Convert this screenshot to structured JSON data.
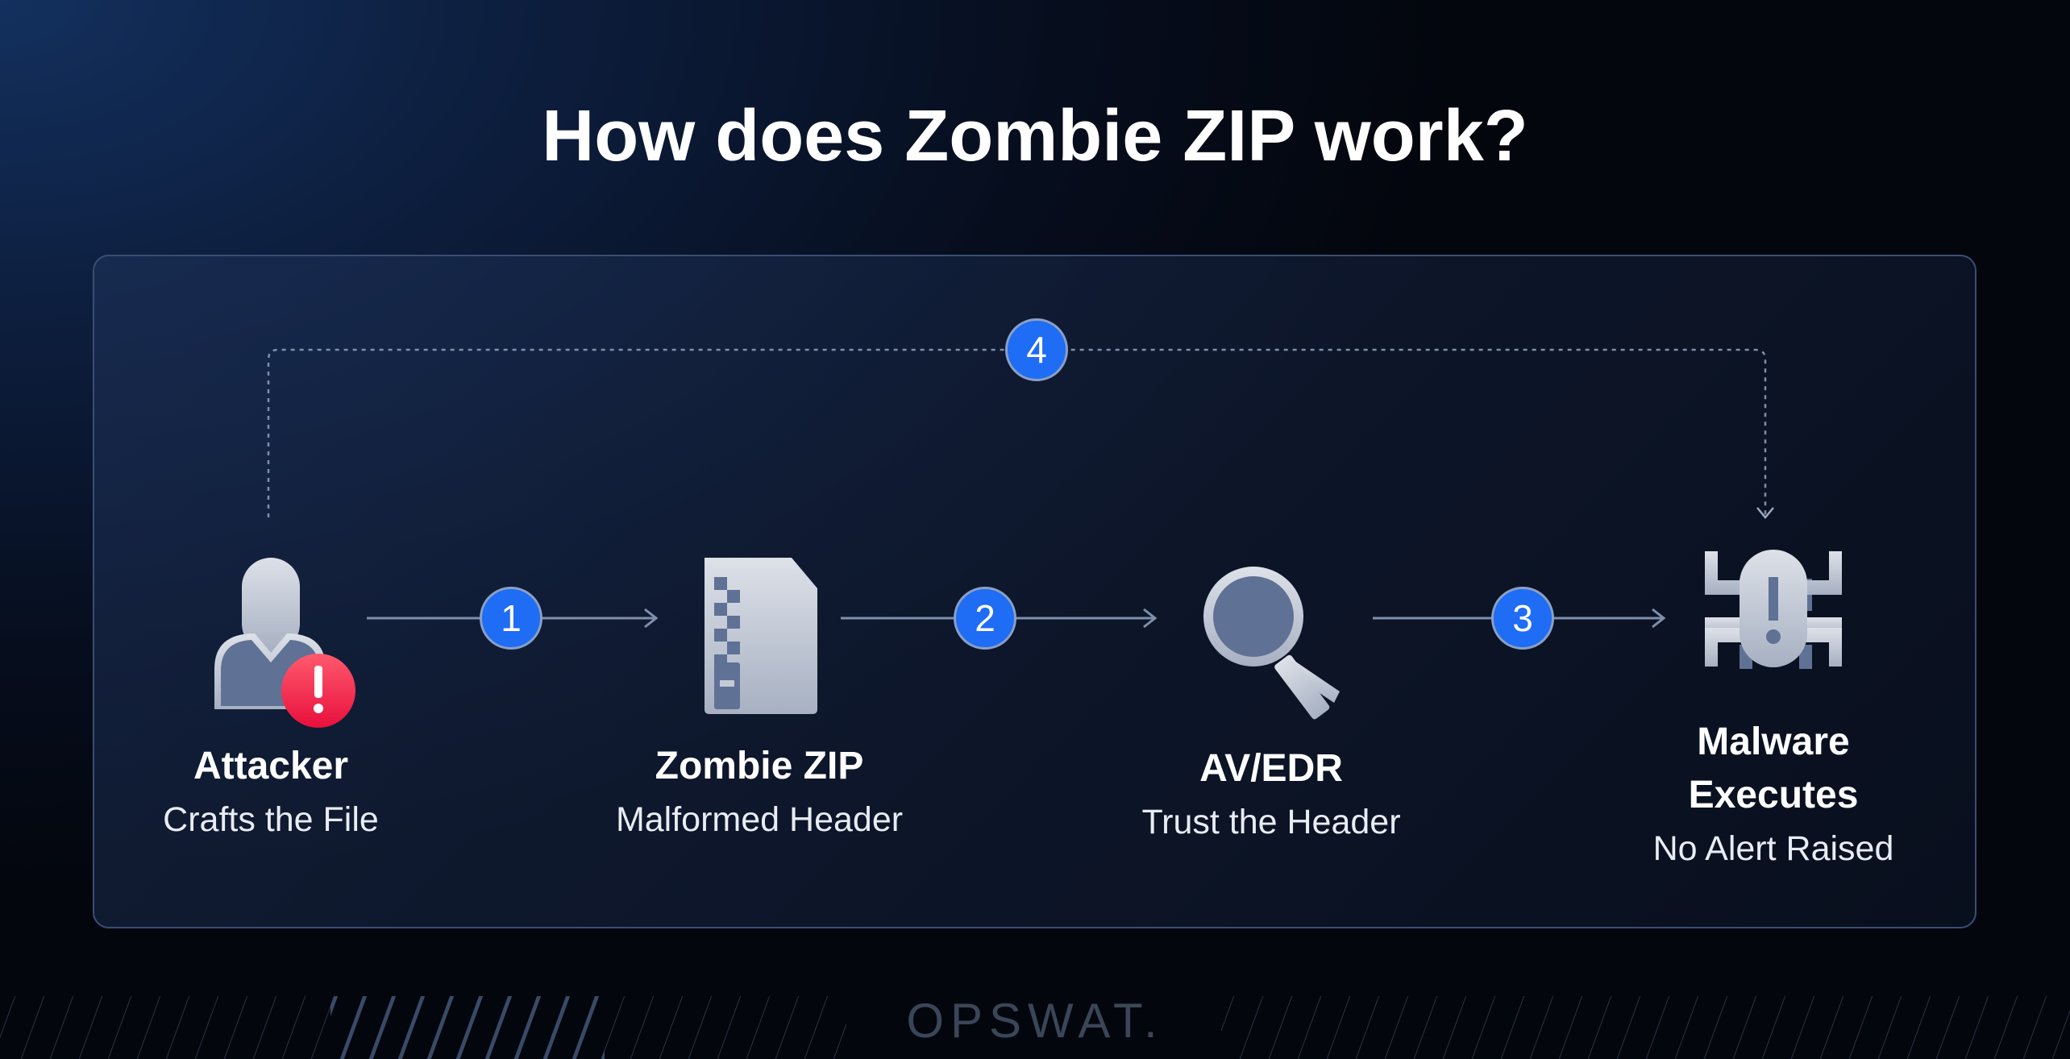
{
  "title": "How does Zombie ZIP work?",
  "steps": [
    {
      "title": "Attacker",
      "subtitle": "Crafts the File",
      "icon": "attacker-icon"
    },
    {
      "title": "Zombie ZIP",
      "subtitle": "Malformed Header",
      "icon": "zip-file-icon"
    },
    {
      "title": "AV/EDR",
      "subtitle": "Trust the Header",
      "icon": "magnifier-icon"
    },
    {
      "title_line1": "Malware",
      "title_line2": "Executes",
      "subtitle": "No Alert Raised",
      "icon": "bug-icon"
    }
  ],
  "badges": [
    "1",
    "2",
    "3",
    "4"
  ],
  "brand": "OPSWAT.",
  "colors": {
    "accent": "#1f6cf5",
    "alert": "#f0204a",
    "icon": "#c9ced9",
    "icon_dark": "#5f7194"
  }
}
